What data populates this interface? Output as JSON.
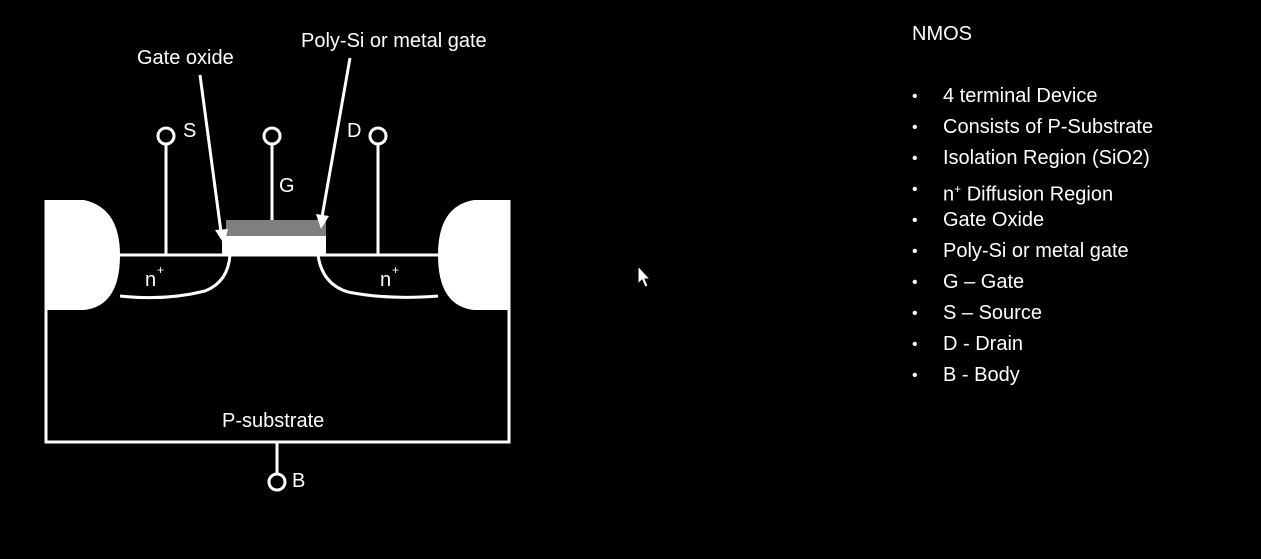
{
  "diagram": {
    "labels": {
      "gate_oxide": "Gate oxide",
      "poly_gate": "Poly-Si or metal gate",
      "source": "S",
      "gate": "G",
      "drain": "D",
      "body": "B",
      "n_plus_base": "n",
      "n_plus_sup": "+",
      "substrate": "P-substrate"
    },
    "colors": {
      "background": "#000000",
      "lines": "#ffffff",
      "gate": "#7f7f7f"
    }
  },
  "panel": {
    "title": "NMOS",
    "bullet_glyph": "•",
    "items": [
      {
        "text": "4 terminal Device"
      },
      {
        "text": "Consists of P-Substrate"
      },
      {
        "text": "Isolation Region (SiO2)"
      },
      {
        "pre": "n",
        "sup": "+",
        "post": " Diffusion Region"
      },
      {
        "text": "Gate Oxide"
      },
      {
        "text": "Poly-Si or metal gate"
      },
      {
        "text": "G – Gate"
      },
      {
        "text": "S – Source"
      },
      {
        "text": "D - Drain"
      },
      {
        "text": "B - Body"
      }
    ]
  },
  "cursor_icon": "mouse-pointer-icon"
}
